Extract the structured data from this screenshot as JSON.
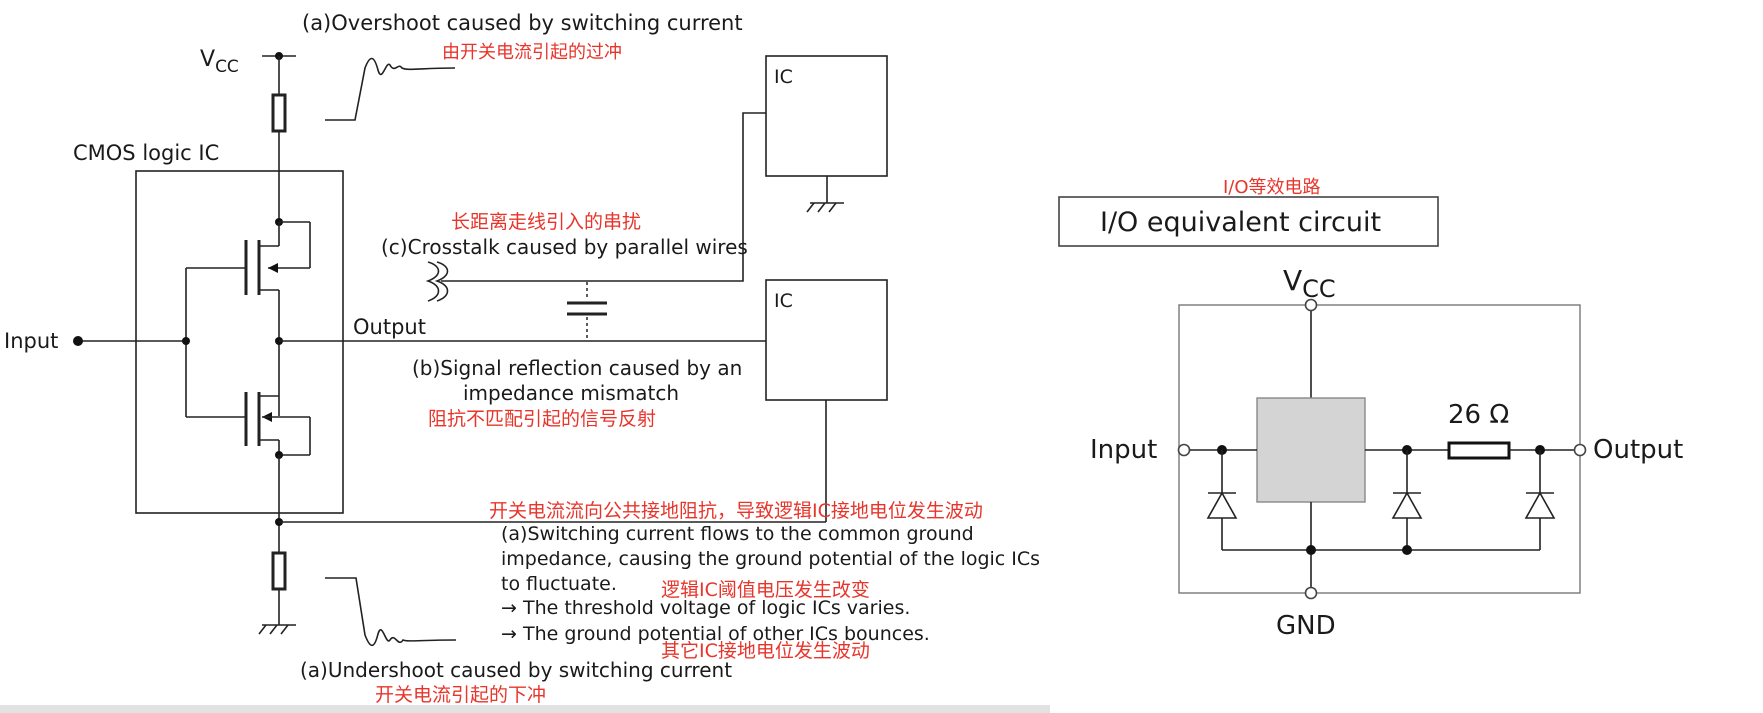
{
  "left_diagram": {
    "vcc_label": "V",
    "vcc_sub": "CC",
    "cmos_label": "CMOS logic IC",
    "input_label": "Input",
    "output_label": "Output",
    "ic_top_label": "IC",
    "ic_bottom_label": "IC",
    "overshoot_text": "(a)Overshoot caused by switching current",
    "overshoot_cn": "由开关电流引起的过冲",
    "crosstalk_cn": "长距离走线引入的串扰",
    "crosstalk_text": "(c)Crosstalk caused by parallel wires",
    "reflection_text_1": "(b)Signal reflection caused by an",
    "reflection_text_2": "impedance mismatch",
    "reflection_cn": "阻抗不匹配引起的信号反射",
    "ground_cn": "开关电流流向公共接地阻抗，导致逻辑IC接地电位发生波动",
    "ground_text_1": "(a)Switching current flows to the common ground",
    "ground_text_2": "impedance, causing the ground potential of the logic ICs",
    "ground_text_3": "to fluctuate.",
    "threshold_cn": "逻辑IC阈值电压发生改变",
    "threshold_text": "→ The threshold voltage of logic ICs varies.",
    "bounce_text": "→ The ground potential of other ICs bounces.",
    "bounce_cn": "其它IC接地电位发生波动",
    "undershoot_text": "(a)Undershoot caused by switching current",
    "undershoot_cn": "开关电流引起的下冲"
  },
  "right_diagram": {
    "title_cn": "I/O等效电路",
    "title": "I/O equivalent circuit",
    "vcc_label": "V",
    "vcc_sub": "CC",
    "input_label": "Input",
    "output_label": "Output",
    "gnd_label": "GND",
    "resistor_label": "26 Ω"
  },
  "colors": {
    "annotation_red": "#e8352b",
    "line": "#222222",
    "block_fill": "#d4d4d4"
  }
}
